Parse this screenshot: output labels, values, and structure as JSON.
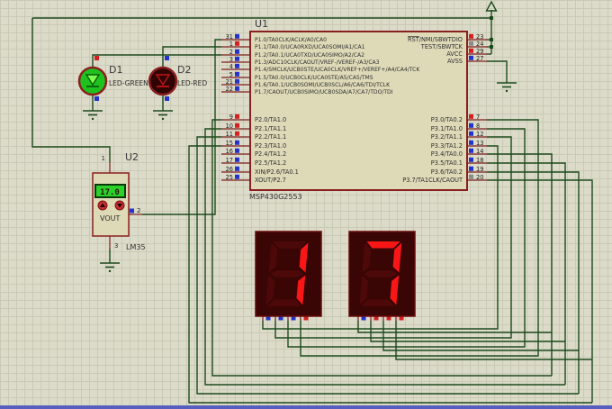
{
  "u1": {
    "ref": "U1",
    "part": "MSP430G2553",
    "p1_pins": [
      {
        "num": "31",
        "label": "P1.0/TA0CLK/ACLK/A0/CA0",
        "state": "blue"
      },
      {
        "num": "1",
        "label": "P1.1/TA0.0/UCA0RXD/UCA0SOMI/A1/CA1",
        "state": "red"
      },
      {
        "num": "2",
        "label": "P1.2/TA0.1/UCA0TXD/UCA0SIMO/A2/CA2",
        "state": "blue"
      },
      {
        "num": "3",
        "label": "P1.3/ADC10CLK/CAOUT/VREF-/VEREF-/A3/CA3",
        "state": "blue"
      },
      {
        "num": "4",
        "label": "P1.4/SMCLK/UCB0STE/UCA0CLK/VREF+/VEREF+/A4/CA4/TCK",
        "state": "blue"
      },
      {
        "num": "5",
        "label": "P1.5/TA0.0/UCB0CLK/UCA0STE/A5/CA5/TMS",
        "state": "blue"
      },
      {
        "num": "21",
        "label": "P1.6/TA0.1/UCB0SOMI/UCB0SCL/A6/CA6/TDI/TCLK",
        "state": "blue"
      },
      {
        "num": "22",
        "label": "P1.7/CAOUT/UCB0SIMO/UCB0SDA/A7/CA7/TDO/TDI",
        "state": "blue"
      }
    ],
    "p2_pins": [
      {
        "num": "9",
        "label": "P2.0/TA1.0",
        "state": "red"
      },
      {
        "num": "10",
        "label": "P2.1/TA1.1",
        "state": "red"
      },
      {
        "num": "11",
        "label": "P2.2/TA1.1",
        "state": "red"
      },
      {
        "num": "15",
        "label": "P2.3/TA1.0",
        "state": "blue"
      },
      {
        "num": "16",
        "label": "P2.4/TA1.2",
        "state": "blue"
      },
      {
        "num": "17",
        "label": "P2.5/TA1.2",
        "state": "blue"
      },
      {
        "num": "26",
        "label": "XIN/P2.6/TA0.1",
        "state": "blue"
      },
      {
        "num": "25",
        "label": "XOUT/P2.7",
        "state": "blue"
      }
    ],
    "power_pins": [
      {
        "num": "23",
        "label": "RST/NMI/SBWTDIO",
        "state": "red",
        "overline_prefix": "RST"
      },
      {
        "num": "24",
        "label": "TEST/SBWTCK",
        "state": "gray"
      },
      {
        "num": "29",
        "label": "AVCC",
        "state": "red"
      },
      {
        "num": "27",
        "label": "AVSS",
        "state": "blue"
      }
    ],
    "p3_pins": [
      {
        "num": "7",
        "label": "P3.0/TA0.2",
        "state": "red"
      },
      {
        "num": "8",
        "label": "P3.1/TA1.0",
        "state": "blue"
      },
      {
        "num": "12",
        "label": "P3.2/TA1.1",
        "state": "blue"
      },
      {
        "num": "13",
        "label": "P3.3/TA1.2",
        "state": "blue"
      },
      {
        "num": "14",
        "label": "P3.4/TA0.0",
        "state": "blue"
      },
      {
        "num": "18",
        "label": "P3.5/TA0.1",
        "state": "blue"
      },
      {
        "num": "19",
        "label": "P3.6/TA0.2",
        "state": "blue"
      },
      {
        "num": "20",
        "label": "P3.7/TA1CLK/CAOUT",
        "state": "gray"
      }
    ]
  },
  "d1": {
    "ref": "D1",
    "part": "LED-GREEN",
    "lit": true,
    "anode_state": "red",
    "cathode_state": "blue"
  },
  "d2": {
    "ref": "D2",
    "part": "LED-RED",
    "lit": false,
    "anode_state": "blue",
    "cathode_state": "blue"
  },
  "u2": {
    "ref": "U2",
    "part": "LM35",
    "display_value": "17.0",
    "output_label": "VOUT",
    "pins": [
      "1",
      "2",
      "3"
    ],
    "vout_state": "blue"
  },
  "seven_segs": [
    {
      "value": "1",
      "segments_lit": [
        "b",
        "c"
      ],
      "pin_states": [
        "blue",
        "blue",
        "blue",
        "red"
      ]
    },
    {
      "value": "7",
      "segments_lit": [
        "a",
        "b",
        "c"
      ],
      "pin_states": [
        "blue",
        "red",
        "red",
        "red"
      ]
    }
  ],
  "colors": {
    "bg": "#dcdbc9",
    "grid": "#c9cab5",
    "wire": "#1d4a1d",
    "pin_stub": "#7d1d1d",
    "chip_fill": "#dedab8",
    "chip_border": "#8a1f1f",
    "state_red": "#d42020",
    "state_blue": "#2433c8",
    "state_gray": "#8a8a8a",
    "seg_body": "#3a0505",
    "seg_border": "#6b0b0b",
    "seg_on": "#f81616",
    "seg_off": "#4d0909",
    "led_green": "#1ec21e",
    "led_dark": "#300404",
    "led_symbol_green": "#7dff50",
    "led_symbol_red": "#c01414",
    "lcd_green": "#2bd02b",
    "button_red": "#c43030",
    "border_blue": "#565fc0"
  }
}
